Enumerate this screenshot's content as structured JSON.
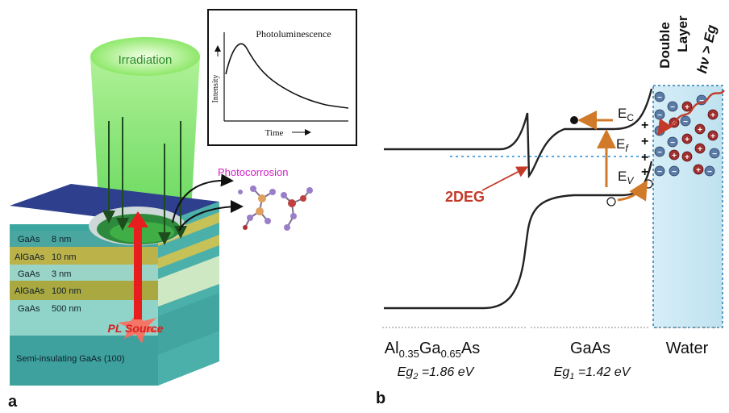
{
  "panel_a": {
    "label": "a",
    "irradiation": "Irradiation",
    "photocorrosion": "Photocorrosion",
    "pl_source": "PL Source",
    "inset": {
      "title": "Photoluminescence",
      "ylabel": "Intensity",
      "xlabel": "Time"
    },
    "layers": [
      {
        "material": "GaAs",
        "thickness": "8 nm"
      },
      {
        "material": "AlGaAs",
        "thickness": "10 nm"
      },
      {
        "material": "GaAs",
        "thickness": "3 nm"
      },
      {
        "material": "AlGaAs",
        "thickness": "100 nm"
      },
      {
        "material": "GaAs",
        "thickness": "500 nm"
      }
    ],
    "substrate": "Semi-insulating GaAs (100)"
  },
  "panel_b": {
    "label": "b",
    "double_layer_1": "Double",
    "double_layer_2": "Layer",
    "photon": "hν > Eg",
    "ec": "E",
    "ec_sub": "C",
    "ef": "E",
    "ef_sub": "f",
    "ev": "E",
    "ev_sub": "V",
    "twodeg": "2DEG",
    "region_algaas_main": "Al",
    "region_algaas_s1": "0.35",
    "region_algaas_ga": "Ga",
    "region_algaas_s2": "0.65",
    "region_algaas_as": "As",
    "eg2": "Eg",
    "eg2_sub": "2",
    "eg2_val": " =1.86 eV",
    "region_gaas": "GaAs",
    "eg1": "Eg",
    "eg1_sub": "1",
    "eg1_val": " =1.42 eV",
    "region_water": "Water"
  }
}
